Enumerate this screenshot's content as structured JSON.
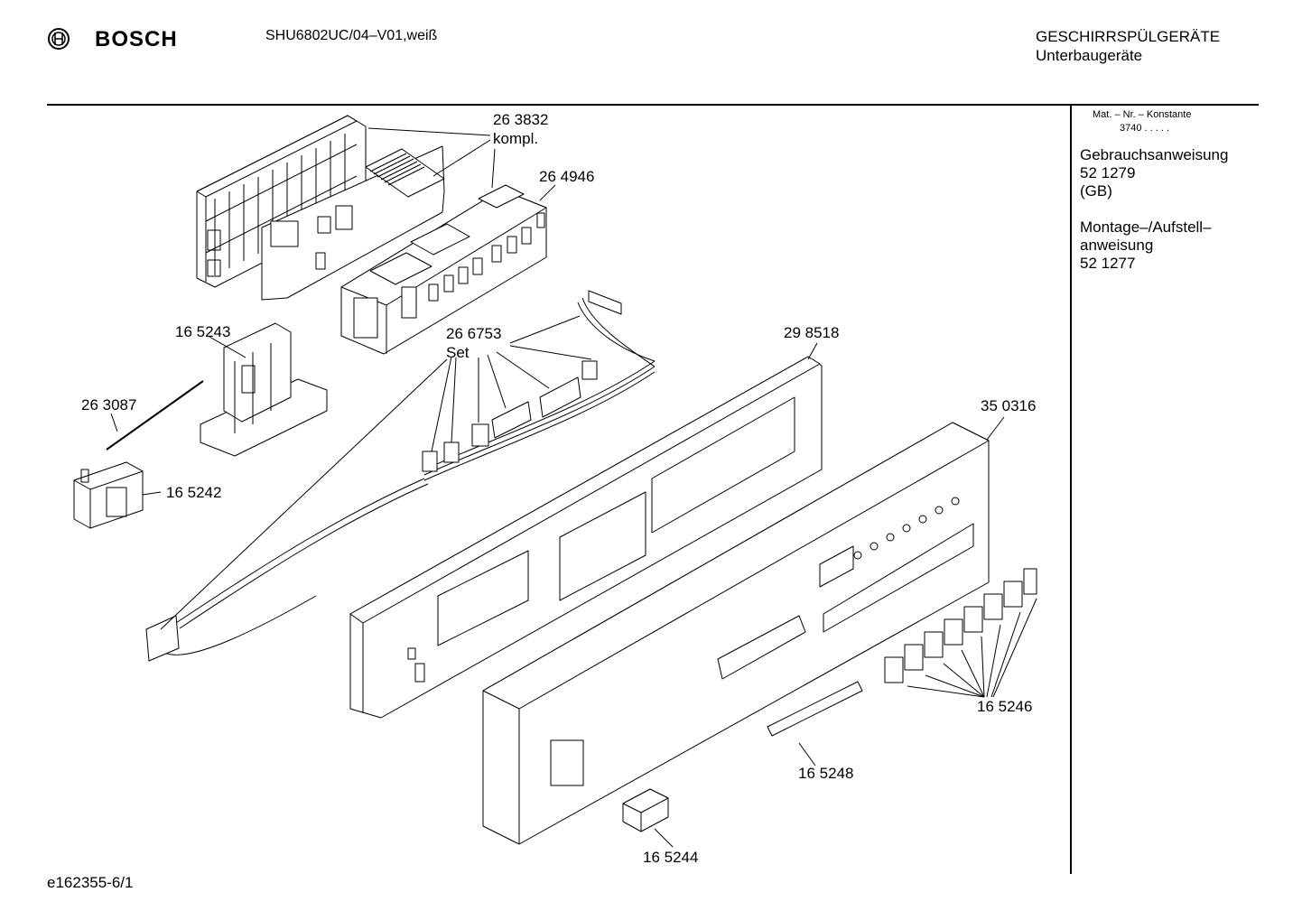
{
  "header": {
    "brand": "BOSCH",
    "model": "SHU6802UC/04–V01,weiß",
    "category": "GESCHIRRSPÜLGERÄTE",
    "subcategory": "Unterbaugeräte"
  },
  "sidebar": {
    "mat_label": "Mat. – Nr. – Konstante",
    "mat_value": "3740 .  .  .  .  .",
    "manual_title": "Gebrauchsanweisung",
    "manual_number": "52 1279",
    "manual_lang": "(GB)",
    "install_title_1": "Montage–/Aufstell–",
    "install_title_2": "anweisung",
    "install_number": "52 1277"
  },
  "parts": {
    "p263832": "26 3832",
    "p263832_note": "kompl.",
    "p264946": "26 4946",
    "p165243": "16 5243",
    "p266753": "26 6753",
    "p266753_note": "Set",
    "p298518": "29 8518",
    "p263087": "26 3087",
    "p350316": "35 0316",
    "p165242": "16 5242",
    "p165246": "16 5246",
    "p165248": "16 5248",
    "p165244": "16 5244"
  },
  "footer": {
    "drawing_id": "e162355-6/1"
  },
  "icons": {
    "logo": "bosch-logo-icon"
  }
}
